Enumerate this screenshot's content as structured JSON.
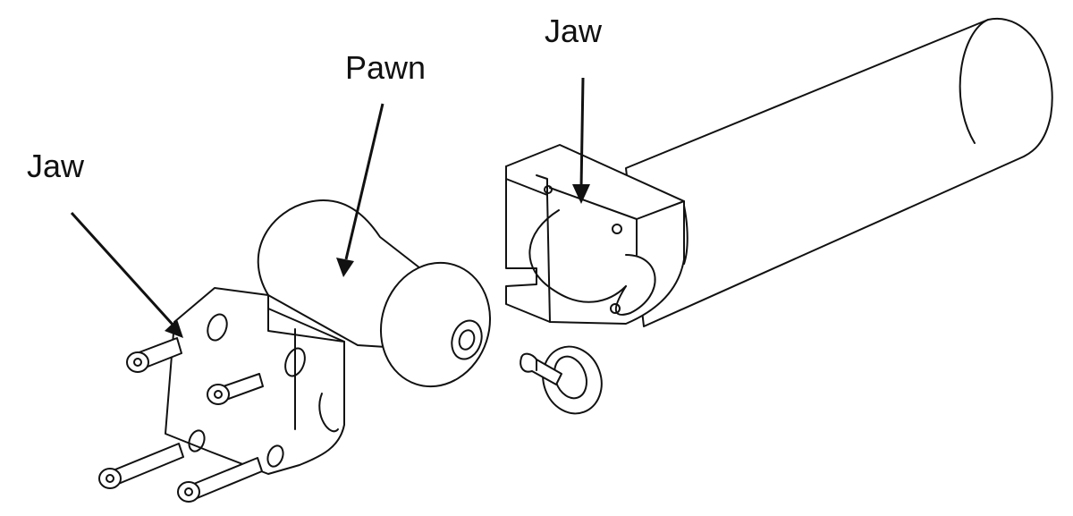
{
  "labels": {
    "jaw_left": "Jaw",
    "pawn": "Pawn",
    "jaw_right": "Jaw"
  },
  "colors": {
    "ink": "#111111",
    "background": "#ffffff"
  }
}
